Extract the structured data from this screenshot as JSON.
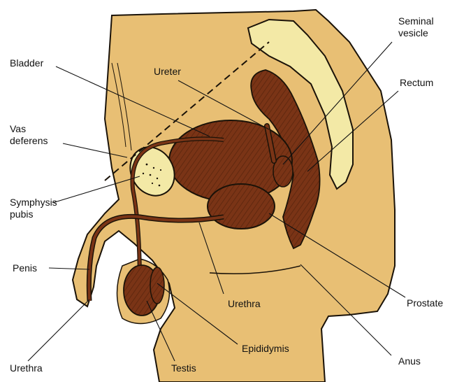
{
  "labels": {
    "bladder": "Bladder",
    "ureter": "Ureter",
    "vas_deferens_1": "Vas",
    "vas_deferens_2": "deferens",
    "symphysis_pubis_1": "Symphysis",
    "symphysis_pubis_2": "pubis",
    "penis": "Penis",
    "urethra_left": "Urethra",
    "seminal_vesicle_1": "Seminal",
    "seminal_vesicle_2": "vesicle",
    "rectum": "Rectum",
    "prostate": "Prostate",
    "anus": "Anus",
    "epididymis": "Epididymis",
    "testis": "Testis",
    "urethra_center": "Urethra"
  },
  "colors": {
    "skin": "#e8bf74",
    "organ": "#7a3416",
    "organ_dark": "#4e1e0a",
    "bone": "#f3e9a6",
    "outline": "#1a1208"
  }
}
